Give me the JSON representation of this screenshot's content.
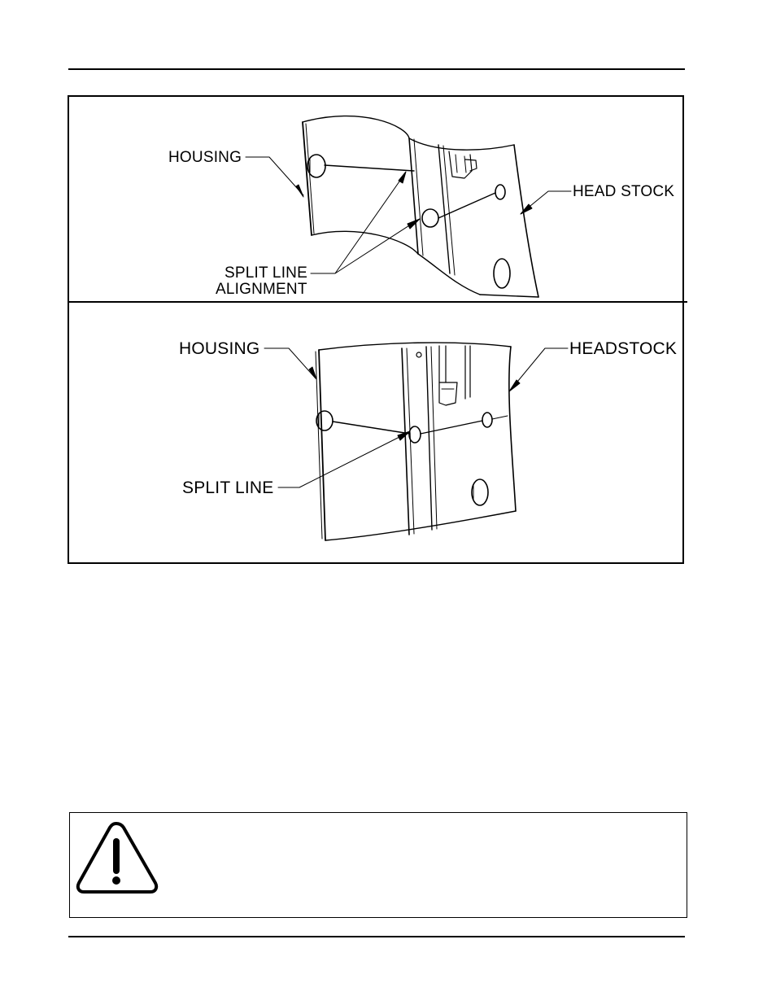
{
  "figure": {
    "top_panel": {
      "labels": {
        "housing": "HOUSING",
        "head_stock": "HEAD STOCK",
        "split_line_alignment_1": "SPLIT LINE",
        "split_line_alignment_2": "ALIGNMENT"
      }
    },
    "bottom_panel": {
      "labels": {
        "housing": "HOUSING",
        "headstock": "HEADSTOCK",
        "split_line": "SPLIT LINE"
      }
    }
  },
  "warning": {
    "icon": "warning-triangle-icon"
  }
}
